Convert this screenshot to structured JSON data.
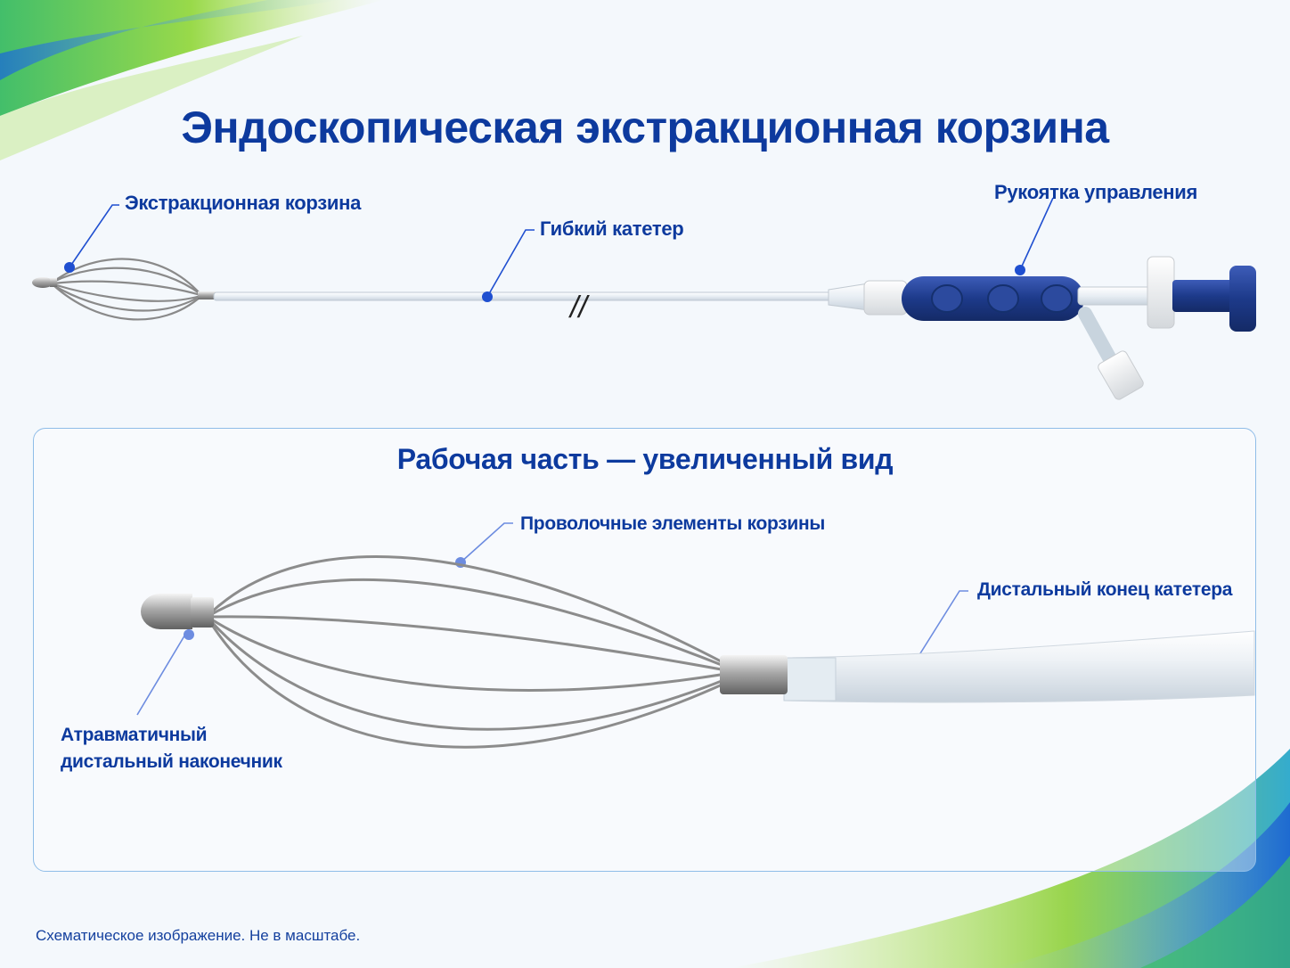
{
  "title": "Эндоскопическая экстракционная корзина",
  "overview": {
    "basket_label": "Экстракционная корзина",
    "catheter_label": "Гибкий катетер",
    "handle_label": "Рукоятка управления",
    "break_mark": "//"
  },
  "detail": {
    "title": "Рабочая часть — увеличенный вид",
    "wires_label": "Проволочные элементы корзины",
    "distal_end_label": "Дистальный конец катетера",
    "tip_label_line1": "Атравматичный",
    "tip_label_line2": "дистальный наконечник"
  },
  "footnote": "Схематическое изображение. Не в масштабе.",
  "colors": {
    "label_blue": "#0d3a9e",
    "handle_navy": "#1d3a8a",
    "leader_blue": "#1f4fd0",
    "panel_border": "#8fbde8"
  }
}
